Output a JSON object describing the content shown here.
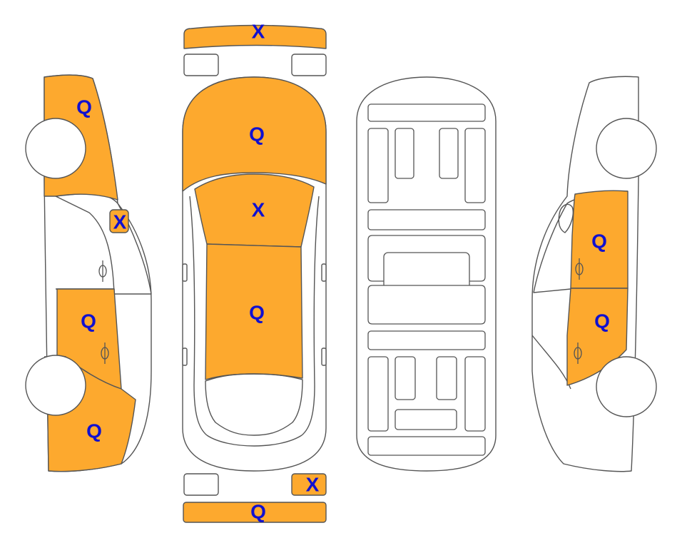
{
  "colors": {
    "damage_fill": "#FDA92E",
    "mark_text": "#1010D0",
    "outline": "#555555",
    "background": "#FFFFFF"
  },
  "marks": {
    "front_bumper": "X",
    "hood": "Q",
    "windshield": "X",
    "roof": "Q",
    "rear_bumper": "Q",
    "rear_right_lamp": "X",
    "left_front_fender": "Q",
    "left_mirror": "X",
    "left_rear_door": "Q",
    "left_rear_quarter": "Q",
    "right_front_door": "Q",
    "right_rear_door": "Q"
  }
}
